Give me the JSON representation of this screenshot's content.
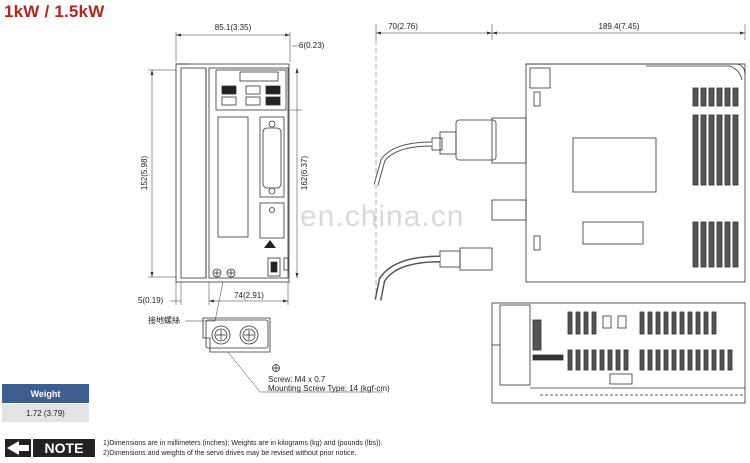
{
  "title": "1kW / 1.5kW",
  "dimensions": {
    "top_width": "85.1(3.35)",
    "top_offset": "6(0.23)",
    "left_height": "152(5.98)",
    "inner_height": "162(6.37)",
    "bottom_small": "5(0.19)",
    "bottom_width": "74(2.91)",
    "side_connector": "70(2.76)",
    "side_depth": "189.4(7.45)"
  },
  "ground_label": "接地螺絲",
  "screw": {
    "line1": "Screw: M4 x 0.7",
    "line2": "Mounting Screw Type: 14 (kgf-cm)"
  },
  "weight": {
    "header": "Weight",
    "value": "1.72 (3.79)"
  },
  "note": {
    "label": "NOTE",
    "line1": "1)Dimensions are in millimeters (inches); Weights are in kilograms (kg) and (pounds (lbs)).",
    "line2": "2)Dimensions and weights of the servo drives may be revised without prior notice."
  },
  "watermark": "en.china.cn"
}
